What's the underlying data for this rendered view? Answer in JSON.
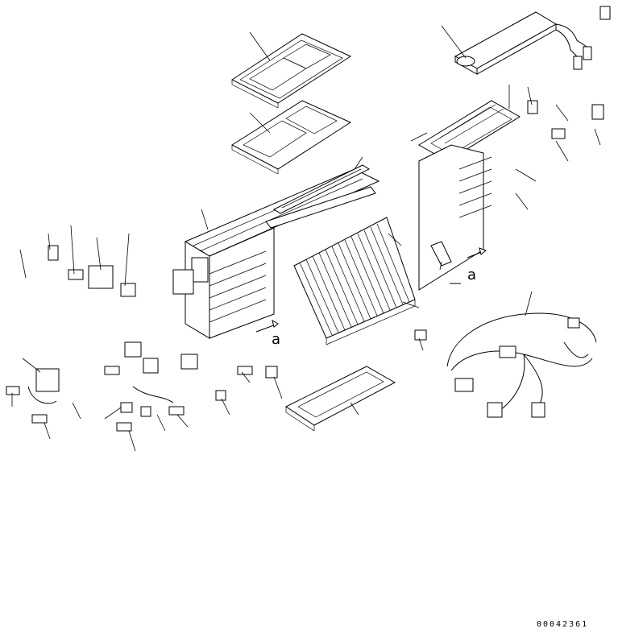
{
  "drawing_number": "00042361",
  "callout_labels": [
    "a",
    "a"
  ]
}
